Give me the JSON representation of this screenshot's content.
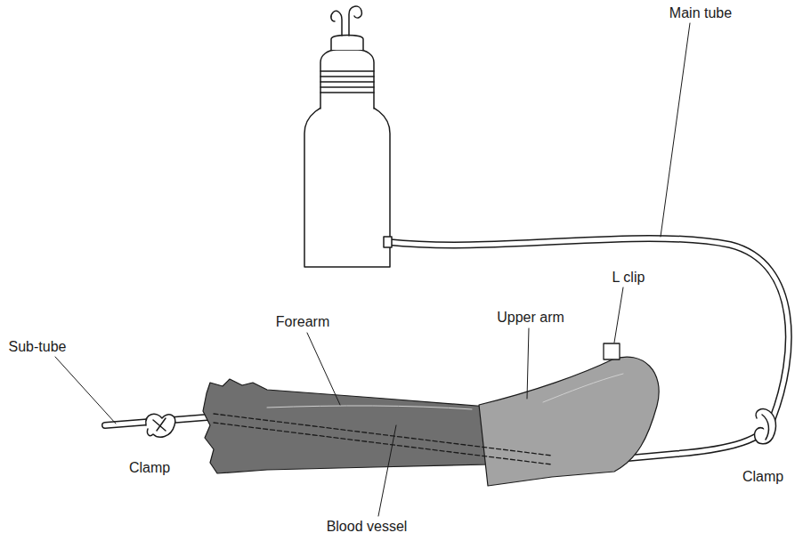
{
  "diagram": {
    "labels": [
      "Main tube",
      "L clip",
      "Forearm",
      "Upper arm",
      "Sub-tube",
      "Clamp",
      "Clamp",
      "Blood vessel"
    ]
  }
}
